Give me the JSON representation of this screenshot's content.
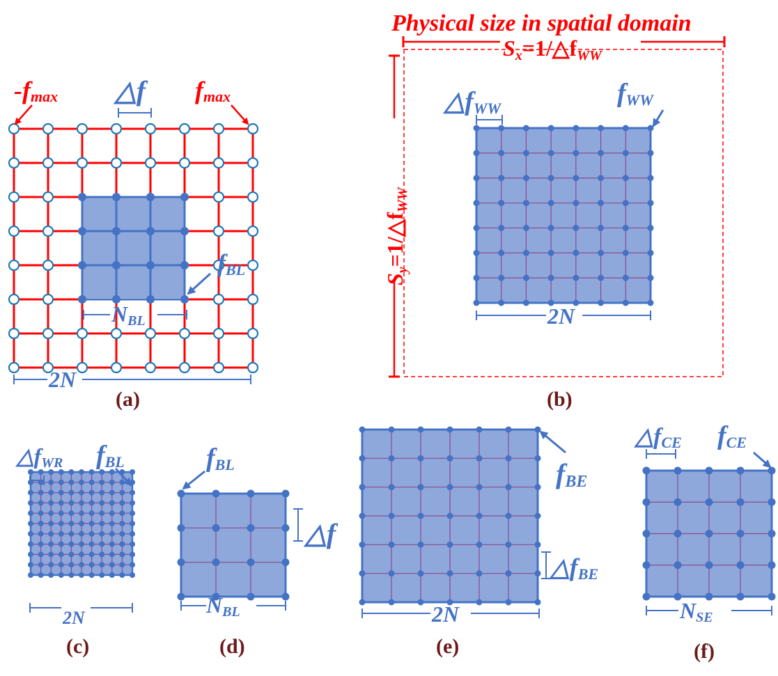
{
  "colors": {
    "red": "#ff0000",
    "blue": "#4472c4",
    "blue_fill": "#8fa8dc",
    "caption": "#6b1a1a"
  },
  "panel_a": {
    "caption": "(a)",
    "minus_fmax": "-f",
    "minus_fmax_sub": "max",
    "delta_f": "△f",
    "fmax": "f",
    "fmax_sub": "max",
    "f_bl": "f",
    "f_bl_sub": "BL",
    "n_bl": "N",
    "n_bl_sub": "BL",
    "width_2n": "2N",
    "grid_points_per_side": 8,
    "highlight_points_per_side": 4
  },
  "panel_b": {
    "caption": "(b)",
    "title": "Physical size in spatial domain",
    "sx_label": "S",
    "sx_sub": "x",
    "sx_value": "=1/△f",
    "sx_value_sub": "WW",
    "sy_label": "S",
    "sy_sub": "y",
    "sy_value": "=1/△f",
    "sy_value_sub": "WW",
    "delta_f": "△f",
    "delta_f_sub": "WW",
    "f_ww": "f",
    "f_ww_sub": "WW",
    "width_2n": "2N",
    "grid_points_per_side": 8
  },
  "panel_c": {
    "caption": "(c)",
    "delta_f": "△f",
    "delta_f_sub": "WR",
    "f_bl": "f",
    "f_bl_sub": "BL",
    "width_2n": "2N",
    "grid_points_per_side": 11
  },
  "panel_d": {
    "caption": "(d)",
    "f_bl": "f",
    "f_bl_sub": "BL",
    "delta_f": "△f",
    "n_bl": "N",
    "n_bl_sub": "BL",
    "grid_points_per_side": 4
  },
  "panel_e": {
    "caption": "(e)",
    "f_be": "f",
    "f_be_sub": "BE",
    "delta_f": "△f",
    "delta_f_sub": "BE",
    "width_2n": "2N",
    "grid_points_per_side": 7
  },
  "panel_f": {
    "caption": "(f)",
    "delta_f": "△f",
    "delta_f_sub": "CE",
    "f_ce": "f",
    "f_ce_sub": "CE",
    "n_se": "N",
    "n_se_sub": "SE",
    "grid_points_per_side": 5
  }
}
